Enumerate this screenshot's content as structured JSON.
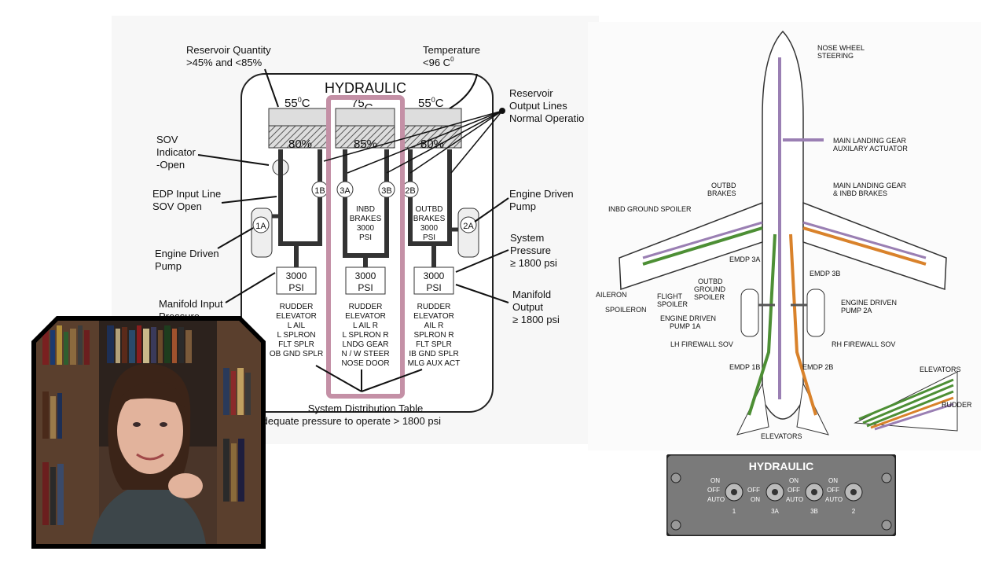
{
  "left_diagram": {
    "callouts": {
      "reservoir_quantity": [
        "Reservoir Quantity",
        ">45% and <85%"
      ],
      "temperature_label": "Temperature",
      "temperature_value": "<96 C",
      "temperature_unit_sup": "0",
      "reservoir_output": [
        "Reservoir",
        "Output Lines",
        "Normal Operatio"
      ],
      "sov_indicator": [
        "SOV",
        "Indicator",
        "-Open"
      ],
      "edp_input": [
        "EDP Input Line",
        "SOV Open"
      ],
      "edp_left": [
        "Engine Driven",
        "Pump"
      ],
      "edp_right": [
        "Engine Driven",
        "Pump"
      ],
      "manifold_input": [
        "Manifold Input",
        "Pressure"
      ],
      "system_pressure": [
        "System",
        "Pressure",
        "≥ 1800 psi"
      ],
      "manifold_output": [
        "Manifold",
        "Output",
        "≥ 1800 psi"
      ],
      "distribution_title": "System Distribution Table",
      "distribution_sub": "Adequate pressure to operate > 1800 psi"
    },
    "panel_title": "HYDRAULIC",
    "systems": [
      {
        "temp": "55",
        "temp_sup": "0",
        "temp_unit": "C",
        "qty": "80%",
        "pump_a": "1A",
        "pump_b": "1B",
        "pressure": [
          "3000",
          "PSI"
        ],
        "brakes": [],
        "users": [
          "RUDDER",
          "ELEVATOR",
          "L AIL",
          "L SPLRON",
          "FLT SPLR",
          "OB GND SPLR"
        ]
      },
      {
        "temp": "75",
        "temp_sup": "",
        "temp_unit": "C",
        "qty": "85%",
        "pump_a": "3A",
        "pump_b": "3B",
        "pressure": [
          "3000",
          "PSI"
        ],
        "brakes": [
          "INBD",
          "BRAKES",
          "3000",
          "PSI"
        ],
        "users": [
          "RUDDER",
          "ELEVATOR",
          "L AIL R",
          "L SPLRON R",
          "LNDG GEAR",
          "N / W STEER",
          "NOSE DOOR"
        ]
      },
      {
        "temp": "55",
        "temp_sup": "0",
        "temp_unit": "C",
        "qty": "80%",
        "pump_a": "2A",
        "pump_b": "2B",
        "pressure": [
          "3000",
          "PSI"
        ],
        "brakes": [
          "OUTBD",
          "BRAKES",
          "3000",
          "PSI"
        ],
        "users": [
          "RUDDER",
          "ELEVATOR",
          "AIL R",
          "SPLRON R",
          "FLT SPLR",
          "IB GND SPLR",
          "MLG AUX ACT"
        ]
      }
    ],
    "highlight_color": "#c490a6"
  },
  "right_diagram": {
    "labels": {
      "nose_wheel": [
        "NOSE WHEEL",
        "STEERING"
      ],
      "mlg_aux": [
        "MAIN LANDING GEAR",
        "AUXILARY ACTUATOR"
      ],
      "outbd_brakes": [
        "OUTBD",
        "BRAKES"
      ],
      "mlg_brakes": [
        "MAIN LANDING GEAR",
        "& INBD BRAKES"
      ],
      "inbd_spoiler": "INBD GROUND SPOILER",
      "emdp3a": "EMDP 3A",
      "emdp3b": "EMDP 3B",
      "aileron": "AILERON",
      "spoileron": "SPOILERON",
      "flight_spoiler": [
        "FLIGHT",
        "SPOILER"
      ],
      "outbd_ground_spoiler": [
        "OUTBD",
        "GROUND",
        "SPOILER"
      ],
      "edp1a": [
        "ENGINE DRIVEN",
        "PUMP 1A"
      ],
      "edp2a": [
        "ENGINE DRIVEN",
        "PUMP 2A"
      ],
      "lh_sov": "LH FIREWALL SOV",
      "rh_sov": "RH FIREWALL SOV",
      "emdp1b": "EMDP 1B",
      "emdp2b": "EMDP 2B",
      "elevators_tail": "ELEVATORS",
      "rudder": "RUDDER",
      "elevators_bottom": "ELEVATORS"
    },
    "line_colors": {
      "system1": "#4d8f35",
      "system2": "#d9822b",
      "system3": "#9a7fb3"
    }
  },
  "switch_panel": {
    "title": "HYDRAULIC",
    "switches": [
      {
        "labels": [
          "ON",
          "OFF",
          "AUTO"
        ],
        "name": "1"
      },
      {
        "labels": [
          "OFF",
          "ON"
        ],
        "name": "3A"
      },
      {
        "labels": [
          "ON",
          "OFF",
          "AUTO"
        ],
        "name": "3B"
      },
      {
        "labels": [
          "ON",
          "OFF",
          "AUTO"
        ],
        "name": "2"
      }
    ]
  }
}
